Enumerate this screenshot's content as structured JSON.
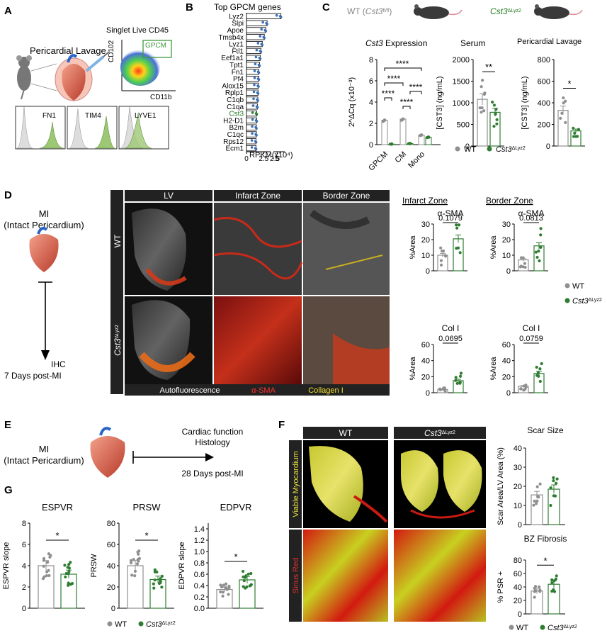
{
  "panels": {
    "A": {
      "letter": "A",
      "title": "Pericardial Lavage",
      "gate_label": "Singlet Live CD45",
      "gate_name": "GPCM",
      "x_axis": "CD11b",
      "y_axis": "CD102",
      "histograms": [
        "FN1",
        "TIM4",
        "LYVE1"
      ]
    },
    "B": {
      "letter": "B",
      "title": "Top GPCM genes",
      "xlabel": "RPKM(x10⁴)",
      "ticks": [
        "0",
        "2.5",
        "5"
      ],
      "ticks_b": [
        "2.5",
        "5"
      ],
      "chart_data": {
        "type": "bar",
        "orientation": "horizontal",
        "title": "Top GPCM genes",
        "xlabel": "RPKM(x10⁴)",
        "categories": [
          "Lyz2",
          "Slpi",
          "Apoe",
          "Tmsb4x",
          "Lyz1",
          "Ftl1",
          "Eef1a1",
          "Tpt1",
          "Fn1",
          "Pf4",
          "Alox15",
          "Rplp1",
          "C1qb",
          "C1qa",
          "Cst3",
          "H2-D1",
          "B2m",
          "C1qc",
          "Rps12",
          "Ecm1"
        ],
        "values": [
          5.5,
          3.0,
          2.8,
          2.6,
          2.3,
          2.1,
          2.0,
          1.9,
          1.8,
          1.8,
          1.75,
          1.7,
          1.65,
          1.6,
          1.5,
          1.5,
          1.45,
          1.45,
          1.4,
          1.4
        ],
        "highlight": "Cst3",
        "axis_break": [
          3.5,
          4.5
        ]
      }
    },
    "C": {
      "letter": "C",
      "wt_label": "WT (",
      "wt_gene": "Cst3",
      "wt_sup": "fl/fl",
      "ko_gene": "Cst3",
      "ko_sup": "ΔLyz2",
      "chart1_title_gene": "Cst3",
      "chart1_title_rest": " Expression",
      "chart2_title": "Serum",
      "chart3_title": "Pericardial Lavage",
      "chart1_ylabel": "2^ΔCq (x10⁻³)",
      "chart23_ylabel": "[CST3] (ng/mL)",
      "legend_wt": "WT",
      "legend_ko_gene": "Cst3",
      "legend_ko_sup": "ΔLyz2",
      "sig": [
        "****",
        "****",
        "****",
        "****",
        "**",
        "*"
      ],
      "chart_data": [
        {
          "type": "bar",
          "title": "Cst3 Expression",
          "categories": [
            "GPCM",
            "CM",
            "Mono"
          ],
          "ylabel": "2^ΔCq (x10⁻³)",
          "ylim": [
            0,
            8
          ],
          "yticks": [
            "0",
            "2",
            "4",
            "6",
            "8"
          ],
          "series": [
            {
              "name": "WT",
              "values": [
                2.3,
                2.4,
                0.9
              ]
            },
            {
              "name": "Cst3ΔLyz2",
              "values": [
                0.05,
                0.1,
                0.7
              ]
            }
          ]
        },
        {
          "type": "bar",
          "title": "Serum",
          "ylabel": "[CST3] (ng/mL)",
          "ylim": [
            0,
            2000
          ],
          "yticks": [
            "0",
            "500",
            "1000",
            "1500",
            "2000"
          ],
          "series": [
            {
              "name": "WT",
              "values": [
                1080
              ]
            },
            {
              "name": "Cst3ΔLyz2",
              "values": [
                780
              ]
            }
          ]
        },
        {
          "type": "bar",
          "title": "Pericardial Lavage",
          "ylabel": "[CST3] (ng/mL)",
          "ylim": [
            0,
            800
          ],
          "yticks": [
            "0",
            "200",
            "400",
            "600",
            "800"
          ],
          "series": [
            {
              "name": "WT",
              "values": [
                330
              ]
            },
            {
              "name": "Cst3ΔLyz2",
              "values": [
                140
              ]
            }
          ]
        }
      ]
    },
    "D": {
      "letter": "D",
      "mi_label": "MI",
      "mi_sub": "(Intact Pericardium)",
      "ihc": "IHC",
      "days": "7 Days post-MI",
      "col_headers": [
        "LV",
        "Infarct Zone",
        "Border Zone"
      ],
      "row_wt": "WT",
      "row_ko_gene": "Cst3",
      "row_ko_sup": "ΔLyz2",
      "legend_auto": "Autofluorescence",
      "legend_sma": "α-SMA",
      "legend_col": "Collagen I",
      "zone_infarct": "Infarct Zone",
      "zone_border": "Border Zone",
      "sma": "α-SMA",
      "coli": "Col  I",
      "ylabel": "%Area",
      "legend_wt": "WT",
      "legend_ko_gene": "Cst3",
      "legend_ko_sup": "ΔLyz2",
      "chart_data": [
        {
          "type": "bar",
          "title": "α-SMA",
          "zone": "Infarct Zone",
          "ylabel": "%Area",
          "ylim": [
            0,
            30
          ],
          "yticks": [
            "0",
            "10",
            "20",
            "30"
          ],
          "p": "0.1079",
          "series": [
            {
              "name": "WT",
              "values": [
                10
              ]
            },
            {
              "name": "Cst3ΔLyz2",
              "values": [
                20.5
              ]
            }
          ]
        },
        {
          "type": "bar",
          "title": "α-SMA",
          "zone": "Border Zone",
          "ylabel": "%Area",
          "ylim": [
            0,
            30
          ],
          "yticks": [
            "0",
            "10",
            "20",
            "30"
          ],
          "p": "0.0813",
          "series": [
            {
              "name": "WT",
              "values": [
                7
              ]
            },
            {
              "name": "Cst3ΔLyz2",
              "values": [
                16
              ]
            }
          ]
        },
        {
          "type": "bar",
          "title": "Col I",
          "zone": "Infarct Zone",
          "ylabel": "%Area",
          "ylim": [
            0,
            60
          ],
          "yticks": [
            "0",
            "20",
            "40",
            "60"
          ],
          "p": "0.0695",
          "series": [
            {
              "name": "WT",
              "values": [
                4
              ]
            },
            {
              "name": "Cst3ΔLyz2",
              "values": [
                15
              ]
            }
          ]
        },
        {
          "type": "bar",
          "title": "Col I",
          "zone": "Border Zone",
          "ylabel": "%Area",
          "ylim": [
            0,
            60
          ],
          "yticks": [
            "0",
            "20",
            "40",
            "60"
          ],
          "p": "0.0759",
          "series": [
            {
              "name": "WT",
              "values": [
                8
              ]
            },
            {
              "name": "Cst3ΔLyz2",
              "values": [
                24
              ]
            }
          ]
        }
      ]
    },
    "E": {
      "letter": "E",
      "mi_label": "MI",
      "mi_sub": "(Intact Pericardium)",
      "endpoint_1": "Cardiac function",
      "endpoint_2": "Histology",
      "days": "28 Days post-MI"
    },
    "F": {
      "letter": "F",
      "col_wt": "WT",
      "col_ko_gene": "Cst3",
      "col_ko_sup": "ΔLyz2",
      "row1": "Viable Myocardium",
      "row2": "Sirius Red",
      "scar_title": "Scar Size",
      "scar_ylabel": "Scar Area/LV Area (%)",
      "bz_title": "BZ Fibrosis",
      "bz_ylabel": "% PSR +",
      "sig": "*",
      "legend_wt": "WT",
      "legend_ko_gene": "Cst3",
      "legend_ko_sup": "ΔLyz2",
      "chart_data": [
        {
          "type": "bar",
          "title": "Scar Size",
          "ylabel": "Scar Area/LV Area (%)",
          "ylim": [
            0,
            40
          ],
          "yticks": [
            "0",
            "10",
            "20",
            "30",
            "40"
          ],
          "series": [
            {
              "name": "WT",
              "values": [
                15.5
              ]
            },
            {
              "name": "Cst3ΔLyz2",
              "values": [
                18.5
              ]
            }
          ]
        },
        {
          "type": "bar",
          "title": "BZ Fibrosis",
          "ylabel": "% PSR +",
          "ylim": [
            0,
            80
          ],
          "yticks": [
            "0",
            "20",
            "40",
            "60",
            "80"
          ],
          "series": [
            {
              "name": "WT",
              "values": [
                34
              ]
            },
            {
              "name": "Cst3ΔLyz2",
              "values": [
                44
              ]
            }
          ]
        }
      ]
    },
    "G": {
      "letter": "G",
      "legend_wt": "WT",
      "legend_ko_gene": "Cst3",
      "legend_ko_sup": "ΔLyz2",
      "sig": "*",
      "chart_data": [
        {
          "type": "bar",
          "title": "ESPVR",
          "ylabel": "ESPVR slope",
          "ylim": [
            0,
            8
          ],
          "yticks": [
            "0",
            "2",
            "4",
            "6",
            "8"
          ],
          "series": [
            {
              "name": "WT",
              "values": [
                4.0
              ]
            },
            {
              "name": "Cst3ΔLyz2",
              "values": [
                3.2
              ]
            }
          ]
        },
        {
          "type": "bar",
          "title": "PRSW",
          "ylabel": "PRSW",
          "ylim": [
            0,
            80
          ],
          "yticks": [
            "0",
            "20",
            "40",
            "60",
            "80"
          ],
          "series": [
            {
              "name": "WT",
              "values": [
                40
              ]
            },
            {
              "name": "Cst3ΔLyz2",
              "values": [
                27
              ]
            }
          ]
        },
        {
          "type": "bar",
          "title": "EDPVR",
          "ylabel": "EDPVR slope",
          "ylim": [
            0,
            1.5
          ],
          "yticks": [
            "0.0",
            "0.2",
            "0.4",
            "0.6",
            "0.8",
            "1.0",
            "1.2",
            "1.4"
          ],
          "series": [
            {
              "name": "WT",
              "values": [
                0.33
              ]
            },
            {
              "name": "Cst3ΔLyz2",
              "values": [
                0.5
              ]
            }
          ]
        }
      ]
    }
  },
  "colors": {
    "wt": "#8f8f8f",
    "ko": "#2e7d32",
    "ko_text": "#1f7a1f",
    "accent_blue": "#3b6fb6",
    "gpcm_green": "#3a9a3a"
  }
}
